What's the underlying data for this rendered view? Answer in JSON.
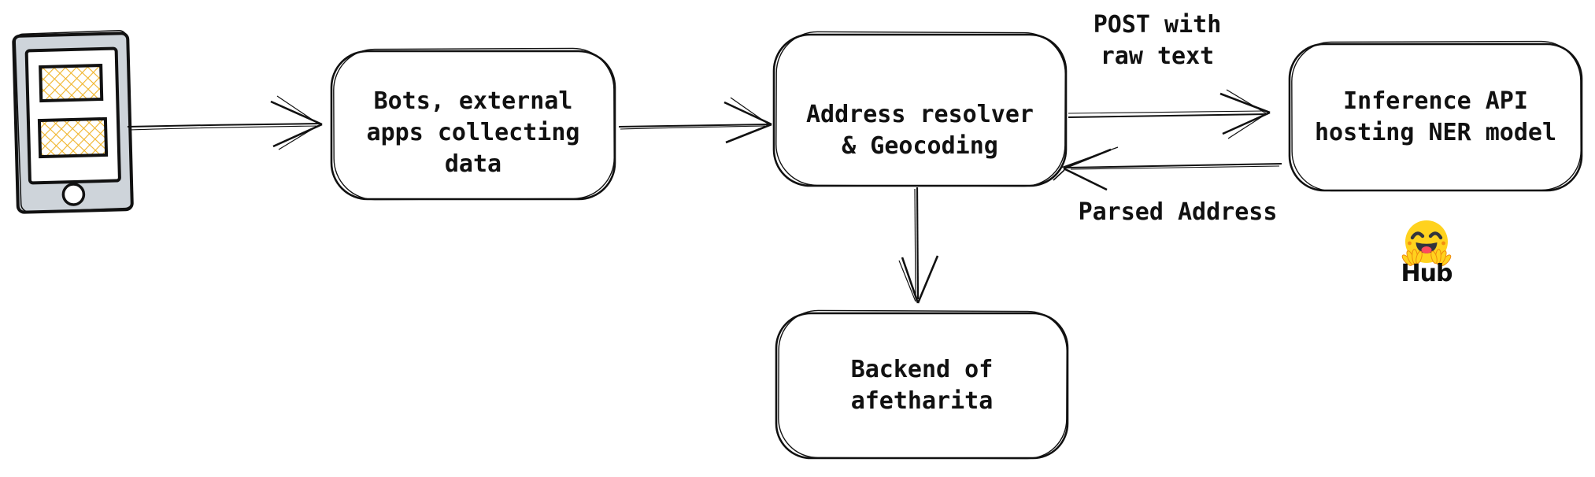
{
  "nodes": {
    "bots": {
      "label": "Bots, external\napps collecting\ndata"
    },
    "resolver": {
      "label": "Address resolver\n& Geocoding"
    },
    "inference": {
      "label": "Inference API\nhosting NER model"
    },
    "backend": {
      "label": "Backend of\nafetharita"
    }
  },
  "edges": {
    "post_label": "POST with\nraw text",
    "parsed_label": "Parsed Address"
  },
  "hub": {
    "label": "Hub"
  },
  "icons": [
    {
      "name": "phone-icon"
    },
    {
      "name": "hugging-face-icon"
    }
  ],
  "colors": {
    "stroke": "#111111",
    "phone_body": "#ced4da",
    "screen": "#ffffff",
    "hatch": "#f0b429",
    "emoji_face": "#FFD21E",
    "emoji_eyes": "#32343D",
    "emoji_cheek": "#F0860F",
    "emoji_mouth": "#32343D",
    "emoji_tongue": "#FF4B5C",
    "emoji_hand_edge": "#EF8B0F"
  }
}
